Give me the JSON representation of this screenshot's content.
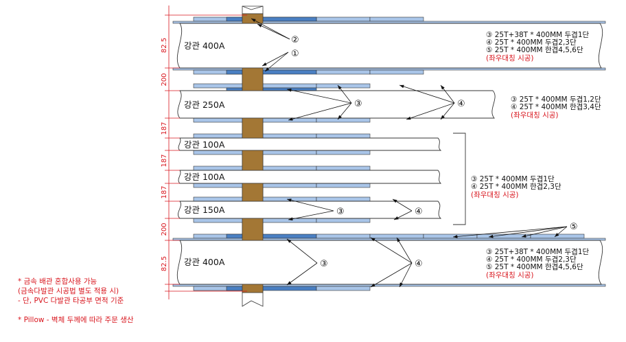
{
  "pipes": [
    {
      "id": "p1",
      "label": "강관 400A"
    },
    {
      "id": "p2",
      "label": "강관 250A"
    },
    {
      "id": "p3",
      "label": "강관 100A"
    },
    {
      "id": "p4",
      "label": "강관 100A"
    },
    {
      "id": "p5",
      "label": "강관 150A"
    },
    {
      "id": "p6",
      "label": "강관 400A"
    }
  ],
  "dimensions": [
    "82.5",
    "200",
    "187",
    "187",
    "187",
    "200",
    "82.5"
  ],
  "callouts": {
    "c1": "①",
    "c2": "②",
    "c3": "③",
    "c4": "④",
    "c5": "⑤"
  },
  "spec_groups": [
    {
      "lines": [
        "③ 25T+38T * 400MM 두겹1단",
        "④ 25T * 400MM 두겹2,3단",
        "⑤ 25T * 400MM 한겹4,5,6단"
      ],
      "note": "(좌우대칭 시공)"
    },
    {
      "lines": [
        "③ 25T * 400MM 두겹1,2단",
        "④ 25T * 400MM 한겹3,4단"
      ],
      "note": "(좌우대칭 시공)"
    },
    {
      "lines": [
        "③ 25T * 400MM 두겹1단",
        "④ 25T * 400MM 한겹2,3단"
      ],
      "note": "(좌우대칭 시공)"
    },
    {
      "lines": [
        "③ 25T+38T * 400MM 두겹1단",
        "④ 25T * 400MM 두겹2,3단",
        "⑤ 25T * 400MM 한겹4,5,6단"
      ],
      "note": "(좌우대칭 시공)"
    }
  ],
  "notes": [
    "* 금속 배관 혼합사용 가능",
    "(금속다발관 시공법 별도 적용 시)",
    "- 단, PVC 다발관 타공부 면적 기준",
    "* Pillow - 벽체 두께에 따라 주문 생산"
  ],
  "colors": {
    "wall": "#a37735",
    "pillow_light": "#a9c5e8",
    "pillow_dark": "#4a7fc2",
    "dim": "#d8141c",
    "outline": "#333333"
  }
}
